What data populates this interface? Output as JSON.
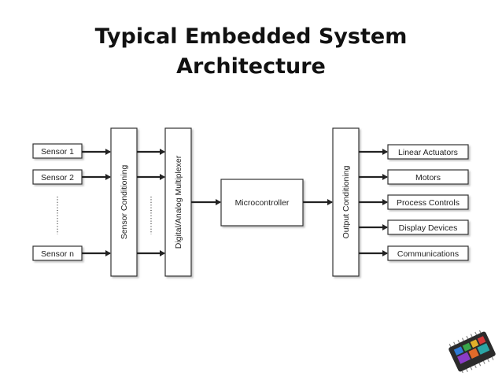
{
  "title": {
    "line1": "Typical Embedded System",
    "line2": "Architecture"
  },
  "sensors": [
    "Sensor 1",
    "Sensor 2",
    "Sensor n"
  ],
  "blocks": {
    "sensor_conditioning": "Sensor Conditioning",
    "multiplexer": "Digital/Analog Multiplexer",
    "microcontroller": "Microcontroller",
    "output_conditioning": "Output Conditioning"
  },
  "outputs": [
    "Linear Actuators",
    "Motors",
    "Process Controls",
    "Display Devices",
    "Communications"
  ],
  "colors": {
    "box_stroke": "#333333",
    "arrow": "#222222",
    "text": "#111111"
  },
  "icons": {
    "corner": "microchip-icon"
  }
}
